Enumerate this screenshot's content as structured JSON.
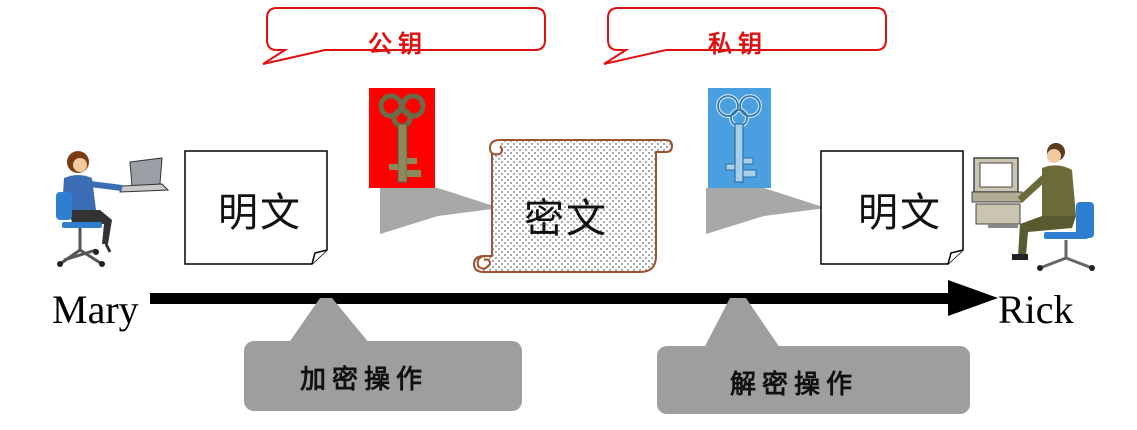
{
  "callouts": {
    "public_key": "公钥",
    "private_key": "私钥"
  },
  "documents": {
    "plaintext_left": "明文",
    "ciphertext": "密文",
    "plaintext_right": "明文"
  },
  "people": {
    "sender": "Mary",
    "receiver": "Rick"
  },
  "operations": {
    "encrypt": "加密操作",
    "decrypt": "解密操作"
  },
  "colors": {
    "public_key_bg": "#ff0000",
    "private_key_bg": "#4a9fe0",
    "callout_text": "#e01010",
    "operation_box": "#9e9e9e",
    "arrow_line": "#000000",
    "funnel": "#a8a8a8",
    "scroll_border": "#a0522d"
  },
  "icons": [
    "key-icon",
    "woman-at-laptop-icon",
    "man-at-computer-icon",
    "scroll-icon"
  ]
}
